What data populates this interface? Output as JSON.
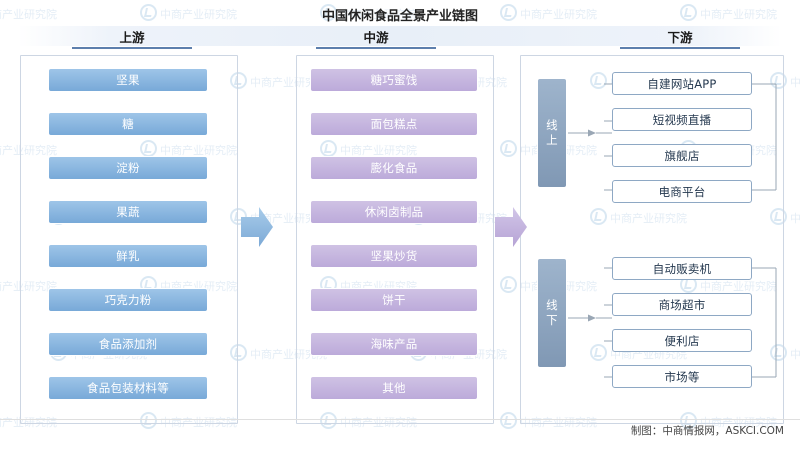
{
  "title": "中国休闲食品全景产业链图",
  "bands": [
    {
      "label": "上游"
    },
    {
      "label": "中游"
    },
    {
      "label": "下游"
    }
  ],
  "upstream": {
    "items": [
      "坚果",
      "糖",
      "淀粉",
      "果蔬",
      "鲜乳",
      "巧克力粉",
      "食品添加剂",
      "食品包装材料等"
    ]
  },
  "midstream": {
    "items": [
      "糖巧蜜饯",
      "面包糕点",
      "膨化食品",
      "休闲卤制品",
      "坚果炒货",
      "饼干",
      "海味产品",
      "其他"
    ]
  },
  "downstream": {
    "groups": [
      {
        "label": "线上",
        "items": [
          "自建网站APP",
          "短视频直播",
          "旗舰店",
          "电商平台"
        ]
      },
      {
        "label": "线下",
        "items": [
          "自动贩卖机",
          "商场超市",
          "便利店",
          "市场等"
        ]
      }
    ]
  },
  "footer": "制图：中商情报网，ASKCI.COM",
  "watermark": {
    "text": "中商产业研究院",
    "logo": "check-circle-logo"
  },
  "colors": {
    "upstream": "#78a9d8",
    "midstream": "#bcaada",
    "downstream_border": "#8ea8c4",
    "side_label": "#8098b4",
    "band": "#e8eff8",
    "underline": "#5d7fad"
  }
}
